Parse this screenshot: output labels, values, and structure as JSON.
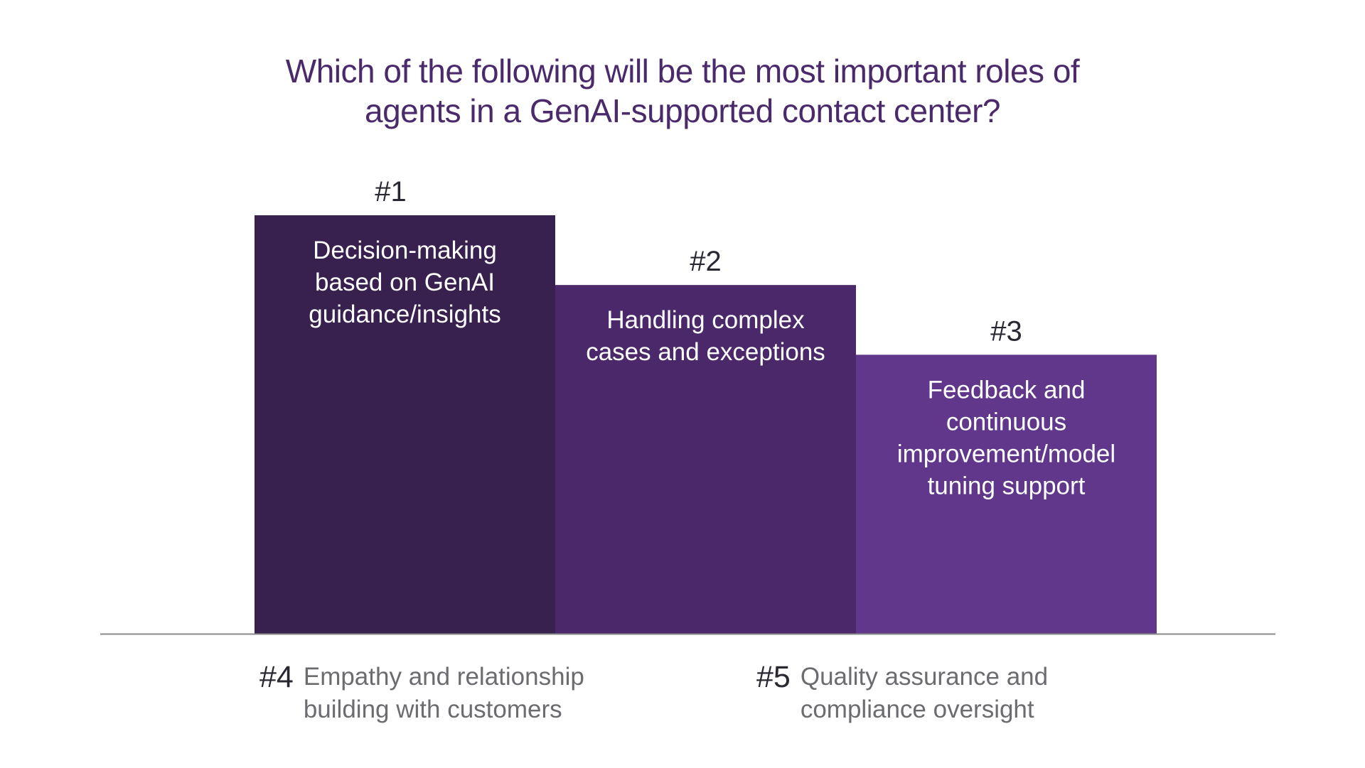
{
  "chart_data": {
    "type": "bar",
    "title_lines": [
      "Which of the following will be the most important roles of",
      "agents in a GenAI-supported contact center?"
    ],
    "title_color": "#4a2a6b",
    "categories": [
      "#1",
      "#2",
      "#3"
    ],
    "values": [
      3,
      2.5,
      2
    ],
    "bar_texts": [
      [
        "Decision-making",
        "based on GenAI",
        "guidance/insights"
      ],
      [
        "Handling complex",
        "cases and exceptions"
      ],
      [
        "Feedback and",
        "continuous",
        "improvement/model",
        "tuning support"
      ]
    ],
    "bar_colors": [
      "#38204f",
      "#4a2869",
      "#60378a"
    ],
    "baseline_color": "#8a8a8a",
    "grid": false,
    "legend": "none",
    "unranked_items": [
      {
        "rank": "#4",
        "lines": [
          "Empathy and relationship",
          "building with customers"
        ]
      },
      {
        "rank": "#5",
        "lines": [
          "Quality assurance and",
          "compliance oversight"
        ]
      }
    ]
  }
}
